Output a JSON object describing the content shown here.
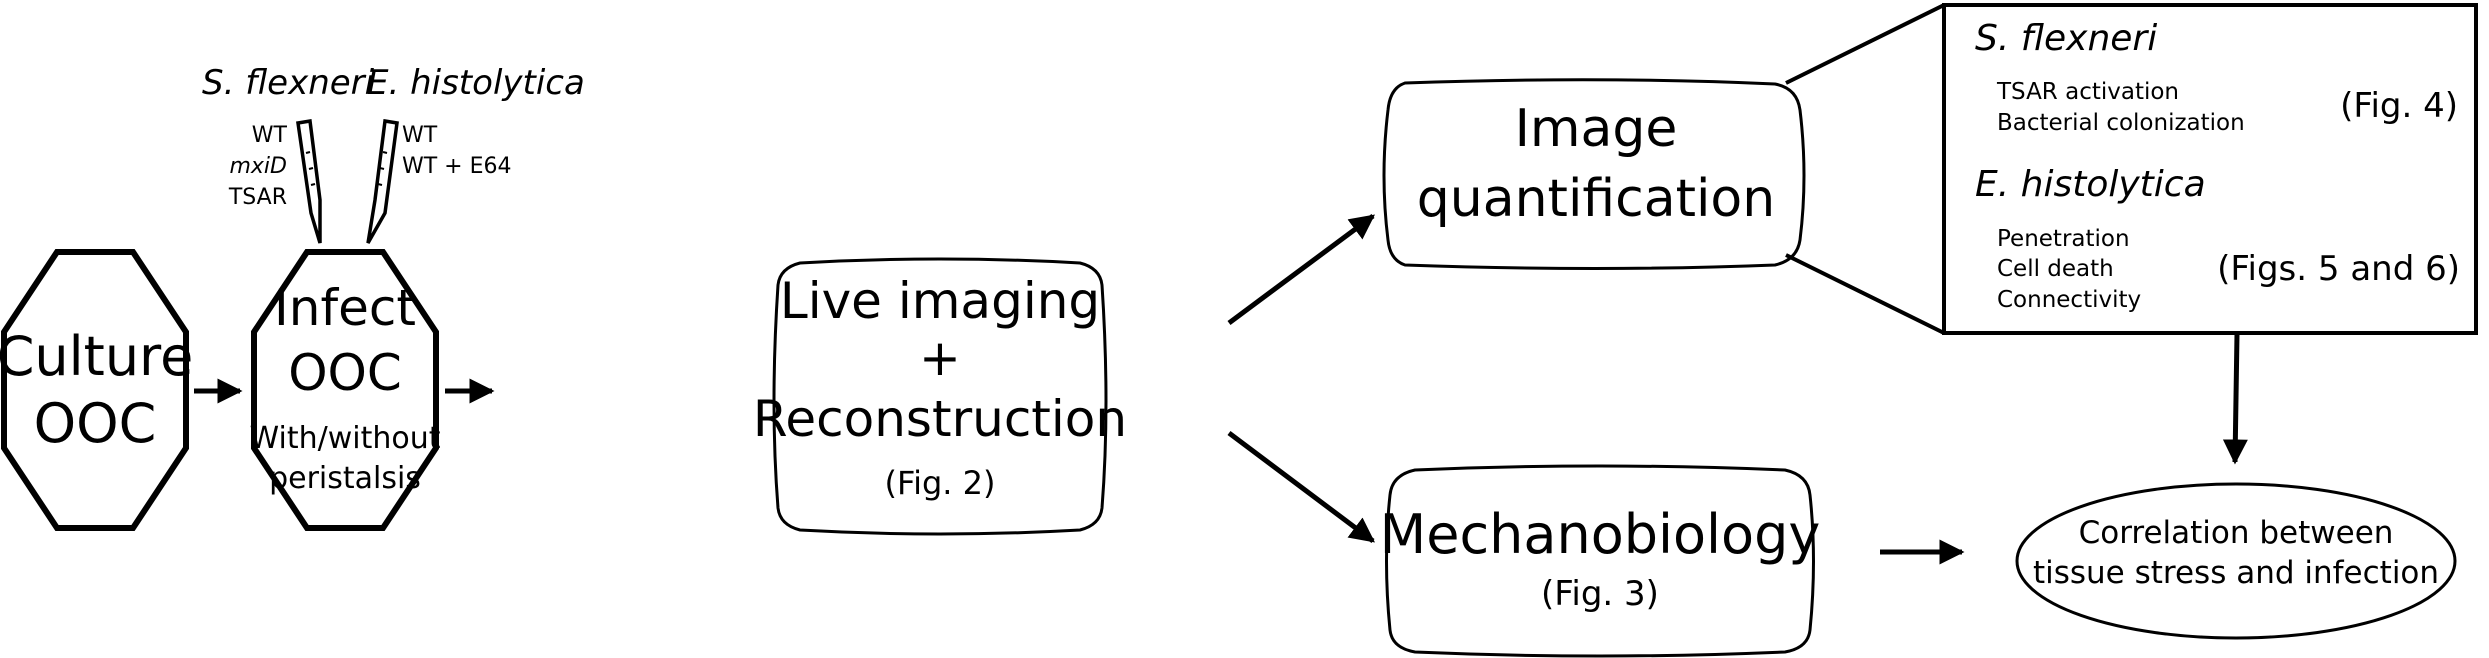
{
  "colors": {
    "ink": "#000000",
    "background": "#ffffff"
  },
  "nodes": {
    "culture": {
      "lines": [
        "Culture",
        "OOC"
      ]
    },
    "infect": {
      "title_lines": [
        "Infect",
        "OOC"
      ],
      "sub_lines": [
        "With/without",
        "peristalsis"
      ]
    },
    "live_imaging": {
      "lines": [
        "Live imaging",
        "+",
        "Reconstruction"
      ],
      "ref": "(Fig. 2)"
    },
    "image_quant": {
      "lines": [
        "Image",
        "quantification"
      ]
    },
    "mechanobiology": {
      "title": "Mechanobiology",
      "ref": "(Fig. 3)"
    },
    "correlation": {
      "lines": [
        "Correlation between",
        "tissue stress and infection"
      ]
    }
  },
  "pathogens": {
    "s_flexneri": {
      "name": "S. flexneri",
      "strains": [
        "WT",
        "mxiD",
        "TSAR"
      ],
      "italic_strain_index": 1
    },
    "e_histolytica": {
      "name": "E. histolytica",
      "strains": [
        "WT",
        "WT + E64"
      ]
    }
  },
  "results_box": {
    "s_flexneri": {
      "title": "S. flexneri",
      "items": [
        "TSAR activation",
        "Bacterial colonization"
      ],
      "ref": "(Fig. 4)"
    },
    "e_histolytica": {
      "title": "E. histolytica",
      "items": [
        "Penetration",
        "Cell death",
        "Connectivity"
      ],
      "ref": "(Figs. 5 and 6)"
    }
  },
  "edges": [
    {
      "from": "culture",
      "to": "infect"
    },
    {
      "from": "infect",
      "to": "live_imaging"
    },
    {
      "from": "live_imaging",
      "to": "image_quant"
    },
    {
      "from": "live_imaging",
      "to": "mechanobiology"
    },
    {
      "from": "image_quant",
      "to": "results_box"
    },
    {
      "from": "results_box",
      "to": "correlation"
    },
    {
      "from": "mechanobiology",
      "to": "correlation"
    }
  ]
}
